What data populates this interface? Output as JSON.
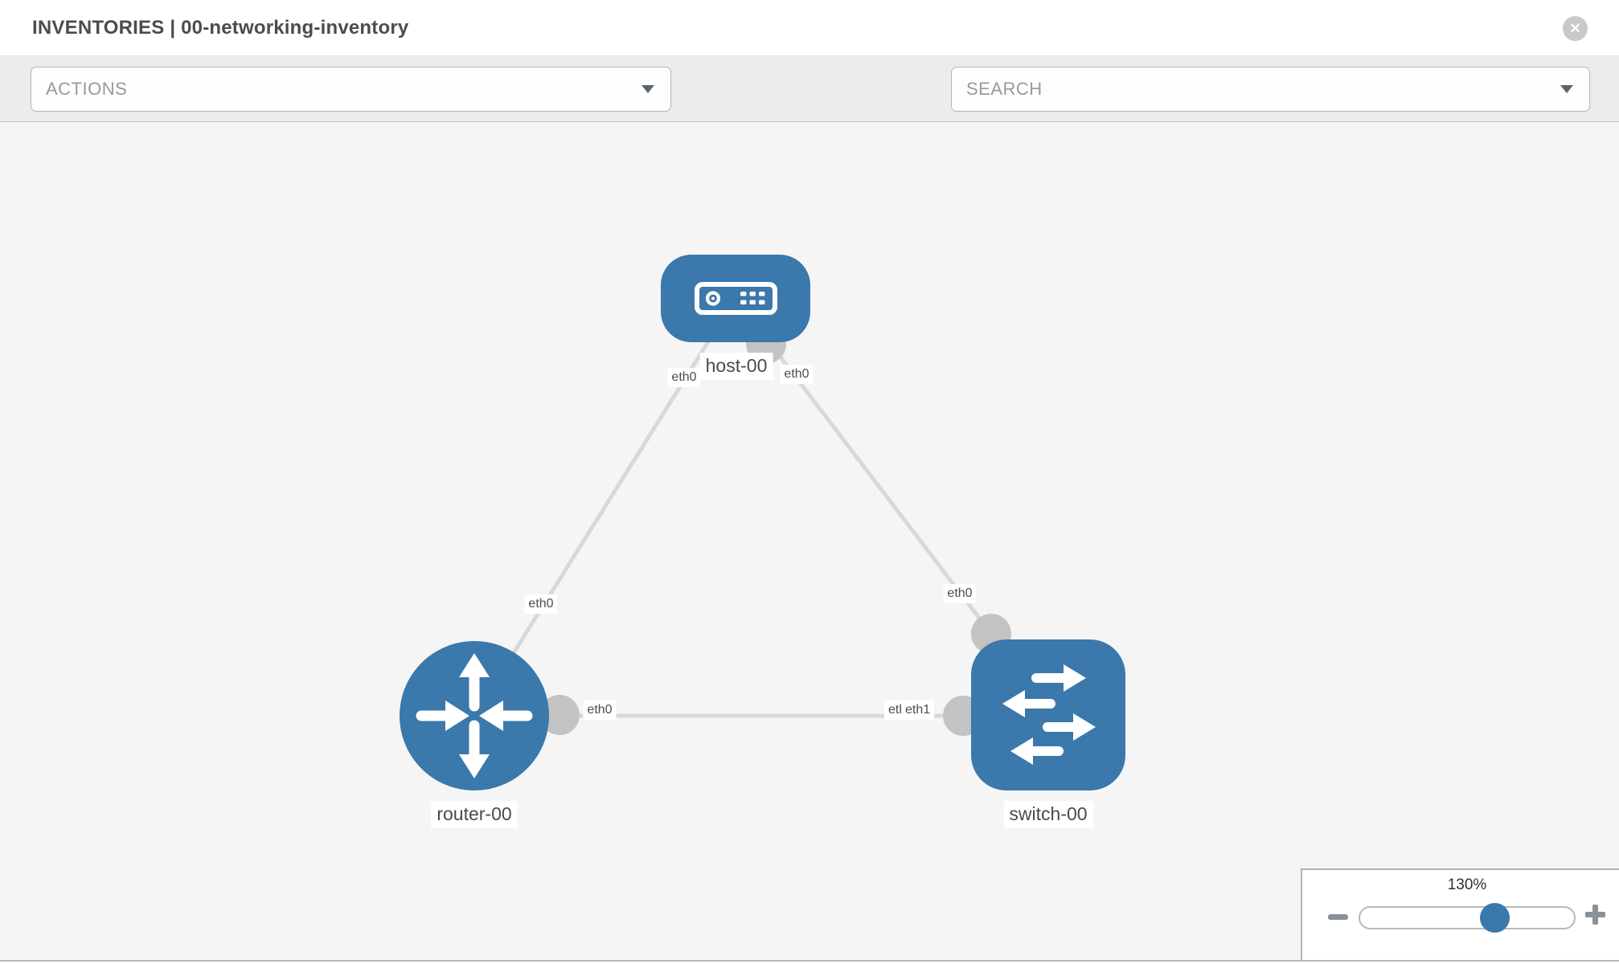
{
  "header": {
    "title": "INVENTORIES | 00-networking-inventory",
    "close_label": "✕"
  },
  "toolbar": {
    "actions_label": "ACTIONS",
    "search_label": "SEARCH",
    "tool_icons": [
      "wrench",
      "key"
    ]
  },
  "graph": {
    "nodes": [
      {
        "id": "host-00",
        "type": "host",
        "label": "host-00"
      },
      {
        "id": "router-00",
        "type": "router",
        "label": "router-00"
      },
      {
        "id": "switch-00",
        "type": "switch",
        "label": "switch-00"
      }
    ],
    "links": [
      {
        "source": "host-00",
        "target": "router-00",
        "source_interface": "eth0",
        "target_interface": "eth0"
      },
      {
        "source": "host-00",
        "target": "switch-00",
        "source_interface": "eth0",
        "target_interface": "eth0"
      },
      {
        "source": "router-00",
        "target": "switch-00",
        "source_interface": "eth0",
        "target_interface": "eth1"
      }
    ],
    "interface_labels": [
      {
        "text": "eth0"
      },
      {
        "text": "eth0"
      },
      {
        "text": "eth0"
      },
      {
        "text": "eth0"
      },
      {
        "text": "eth0"
      },
      {
        "text": "eth0"
      },
      {
        "text": "eth1"
      }
    ]
  },
  "zoom_control": {
    "level": "130%",
    "percent": 130
  },
  "colors": {
    "node_blue": "#3b78ab",
    "edge_gray": "#d8d8d8",
    "connector_gray": "#c3c3c3",
    "canvas_bg": "#f5f5f6"
  }
}
